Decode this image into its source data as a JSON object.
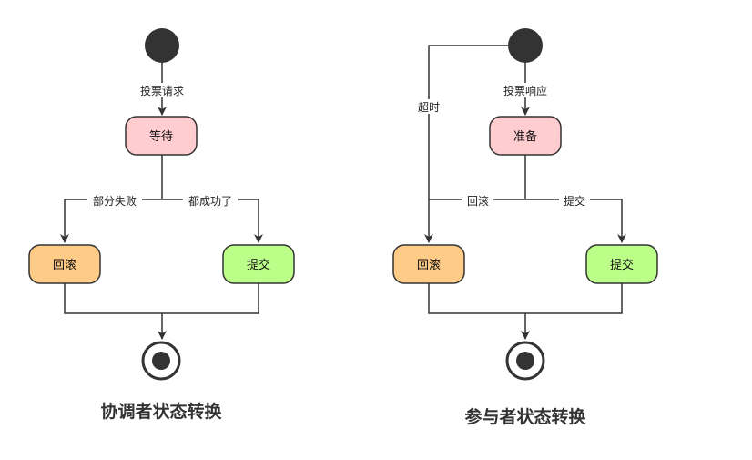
{
  "colors": {
    "line": "#333333",
    "start_fill": "#333333",
    "wait_fill": "#ffccd0",
    "rollback_fill": "#ffcc88",
    "commit_fill": "#bbff88",
    "node_stroke": "#333333"
  },
  "coordinator": {
    "title": "协调者状态转换",
    "edge_vote_request": "投票请求",
    "node_wait": "等待",
    "edge_partial_fail": "部分失败",
    "edge_all_success": "都成功了",
    "node_rollback": "回滚",
    "node_commit": "提交"
  },
  "participant": {
    "title": "参与者状态转换",
    "edge_timeout": "超时",
    "edge_vote_response": "投票响应",
    "node_ready": "准备",
    "edge_rollback": "回滚",
    "edge_commit": "提交",
    "node_rollback": "回滚",
    "node_commit": "提交"
  }
}
